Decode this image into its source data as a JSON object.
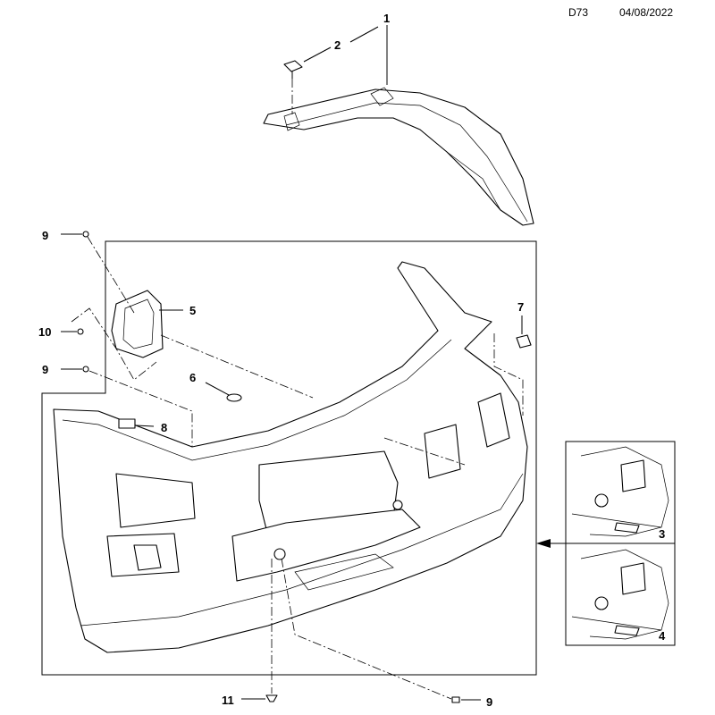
{
  "header": {
    "code": "D73",
    "date": "04/08/2022"
  },
  "callouts": {
    "c1": "1",
    "c2": "2",
    "c3": "3",
    "c4": "4",
    "c5": "5",
    "c6": "6",
    "c7": "7",
    "c8": "8",
    "c9a": "9",
    "c9b": "9",
    "c9c": "9",
    "c10": "10",
    "c11": "11"
  }
}
